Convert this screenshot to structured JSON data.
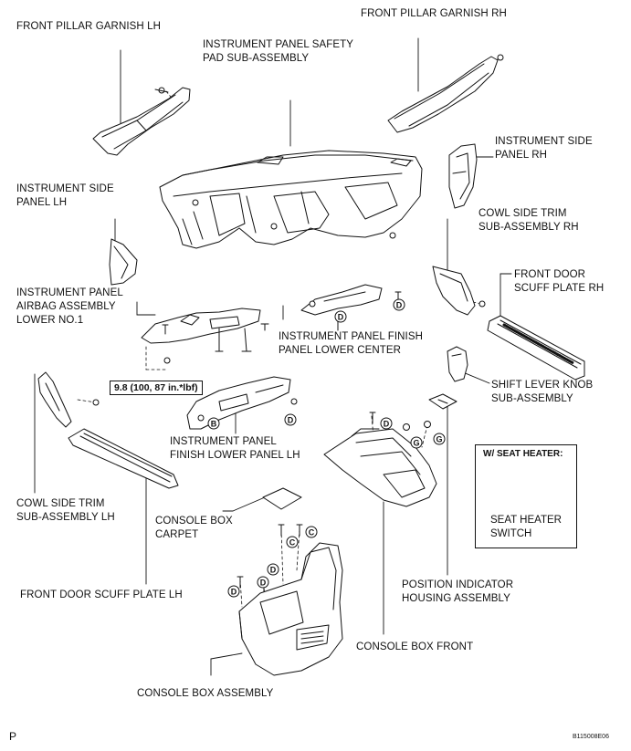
{
  "labels": {
    "front_pillar_garnish_lh": "FRONT PILLAR GARNISH LH",
    "front_pillar_garnish_rh": "FRONT PILLAR GARNISH RH",
    "safety_pad_l1": "INSTRUMENT PANEL SAFETY",
    "safety_pad_l2": "PAD SUB-ASSEMBLY",
    "side_panel_rh_l1": "INSTRUMENT SIDE",
    "side_panel_rh_l2": "PANEL RH",
    "side_panel_lh_l1": "INSTRUMENT SIDE",
    "side_panel_lh_l2": "PANEL LH",
    "cowl_rh_l1": "COWL SIDE TRIM",
    "cowl_rh_l2": "SUB-ASSEMBLY RH",
    "airbag_l1": "INSTRUMENT PANEL",
    "airbag_l2": "AIRBAG ASSEMBLY",
    "airbag_l3": "LOWER NO.1",
    "scuff_rh_l1": "FRONT DOOR",
    "scuff_rh_l2": "SCUFF PLATE RH",
    "finish_center_l1": "INSTRUMENT PANEL FINISH",
    "finish_center_l2": "PANEL LOWER CENTER",
    "shift_knob_l1": "SHIFT LEVER KNOB",
    "shift_knob_l2": "SUB-ASSEMBLY",
    "finish_lh_l1": "INSTRUMENT PANEL",
    "finish_lh_l2": "FINISH LOWER PANEL LH",
    "cowl_lh_l1": "COWL SIDE TRIM",
    "cowl_lh_l2": "SUB-ASSEMBLY LH",
    "carpet_l1": "CONSOLE BOX",
    "carpet_l2": "CARPET",
    "position_l1": "POSITION INDICATOR",
    "position_l2": "HOUSING ASSEMBLY",
    "scuff_lh": "FRONT DOOR SCUFF PLATE LH",
    "console_front": "CONSOLE BOX FRONT",
    "console_assembly": "CONSOLE BOX ASSEMBLY"
  },
  "torque": "9.8 (100, 87 in.*lbf)",
  "seat_heater": {
    "title": "W/ SEAT HEATER:",
    "switch_l1": "SEAT HEATER",
    "switch_l2": "SWITCH"
  },
  "markers": {
    "b": "B",
    "c": "C",
    "d": "D",
    "g": "G"
  },
  "footer": {
    "page_letter": "P",
    "figure_code": "B115008E06"
  }
}
